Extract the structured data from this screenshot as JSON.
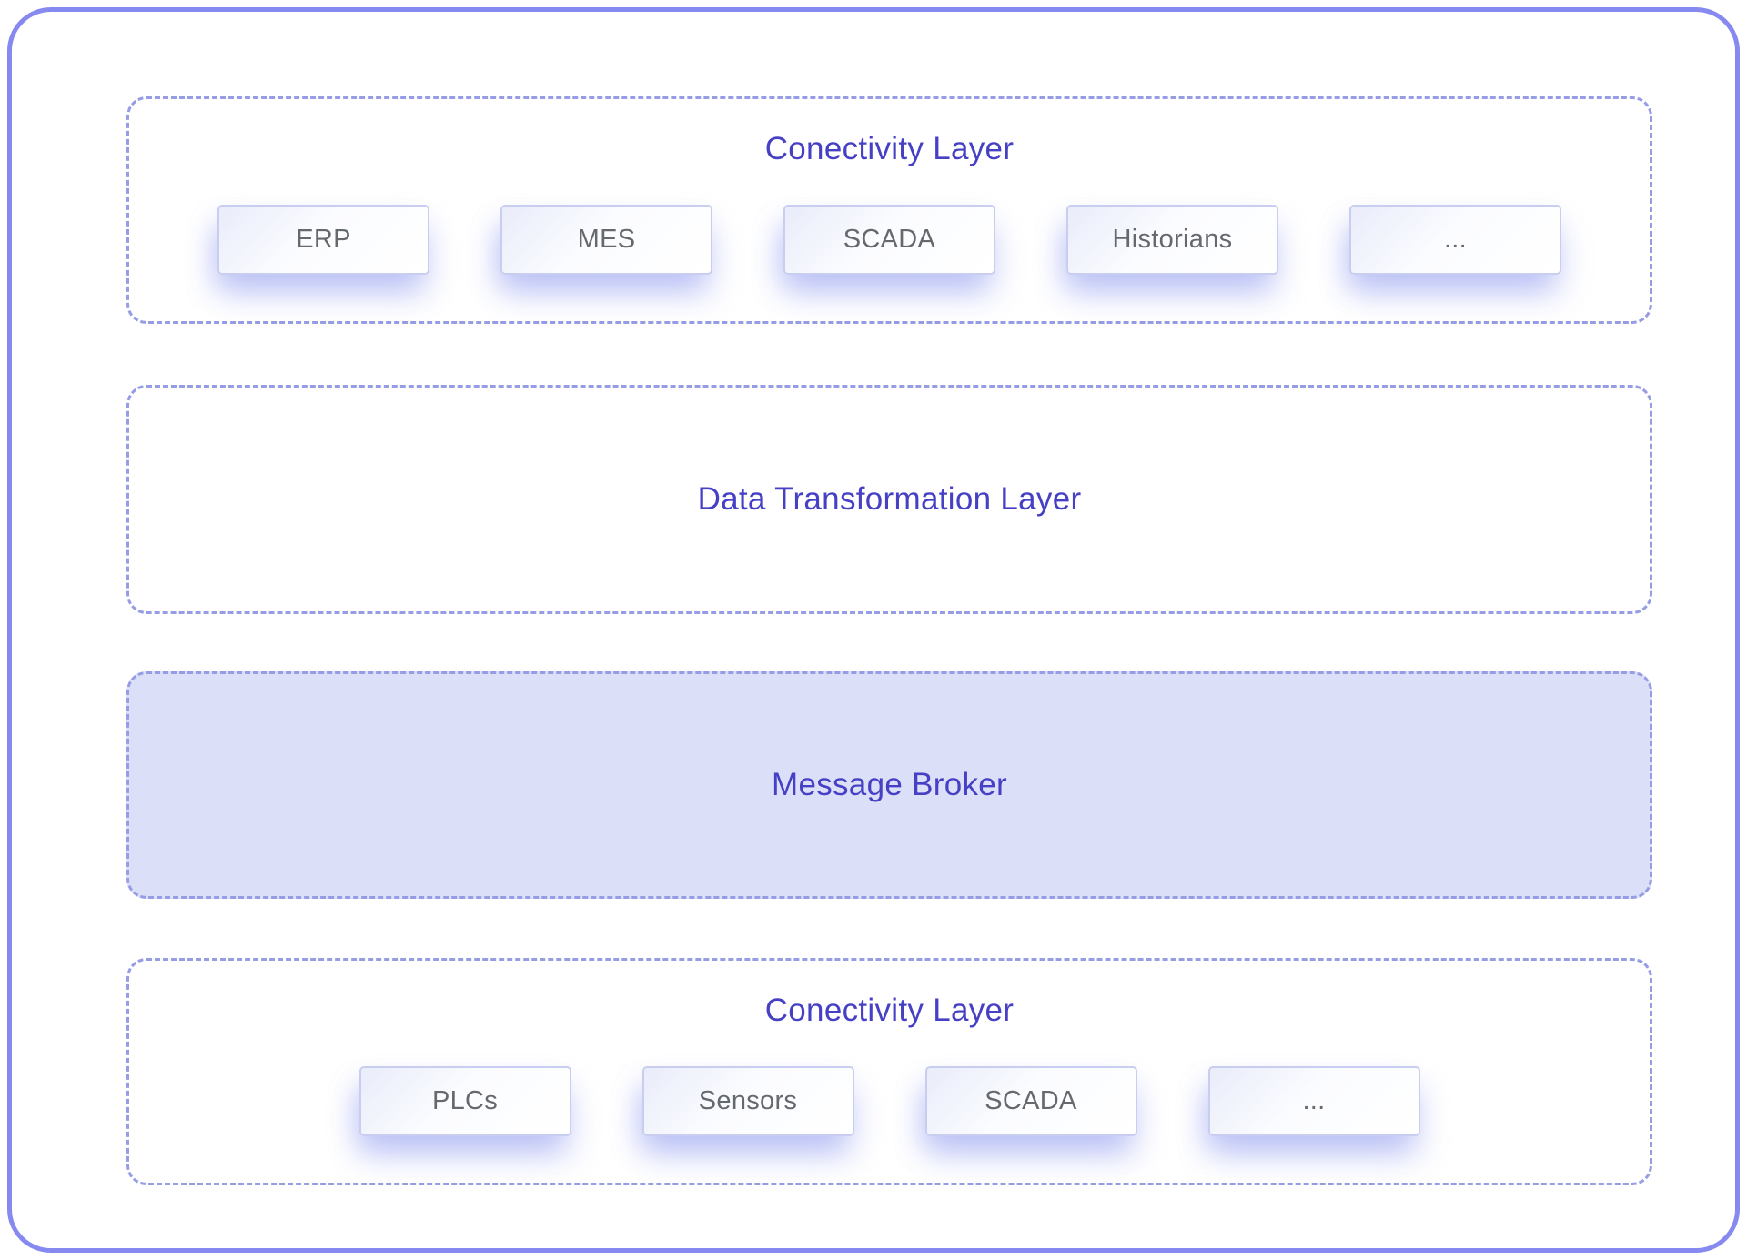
{
  "colors": {
    "outer_border": "#8689f0",
    "dashed_border": "#979de4",
    "title_text": "#4640c4",
    "node_border": "#c9cdf0",
    "node_text": "#65696e",
    "broker_fill": "#dbe0f8"
  },
  "layers": [
    {
      "title": "Conectivity Layer",
      "nodes": [
        "ERP",
        "MES",
        "SCADA",
        "Historians",
        "..."
      ]
    },
    {
      "title": "Data Transformation Layer",
      "nodes": []
    },
    {
      "title": "Message Broker",
      "nodes": []
    },
    {
      "title": "Conectivity Layer",
      "nodes": [
        "PLCs",
        "Sensors",
        "SCADA",
        "..."
      ]
    }
  ]
}
